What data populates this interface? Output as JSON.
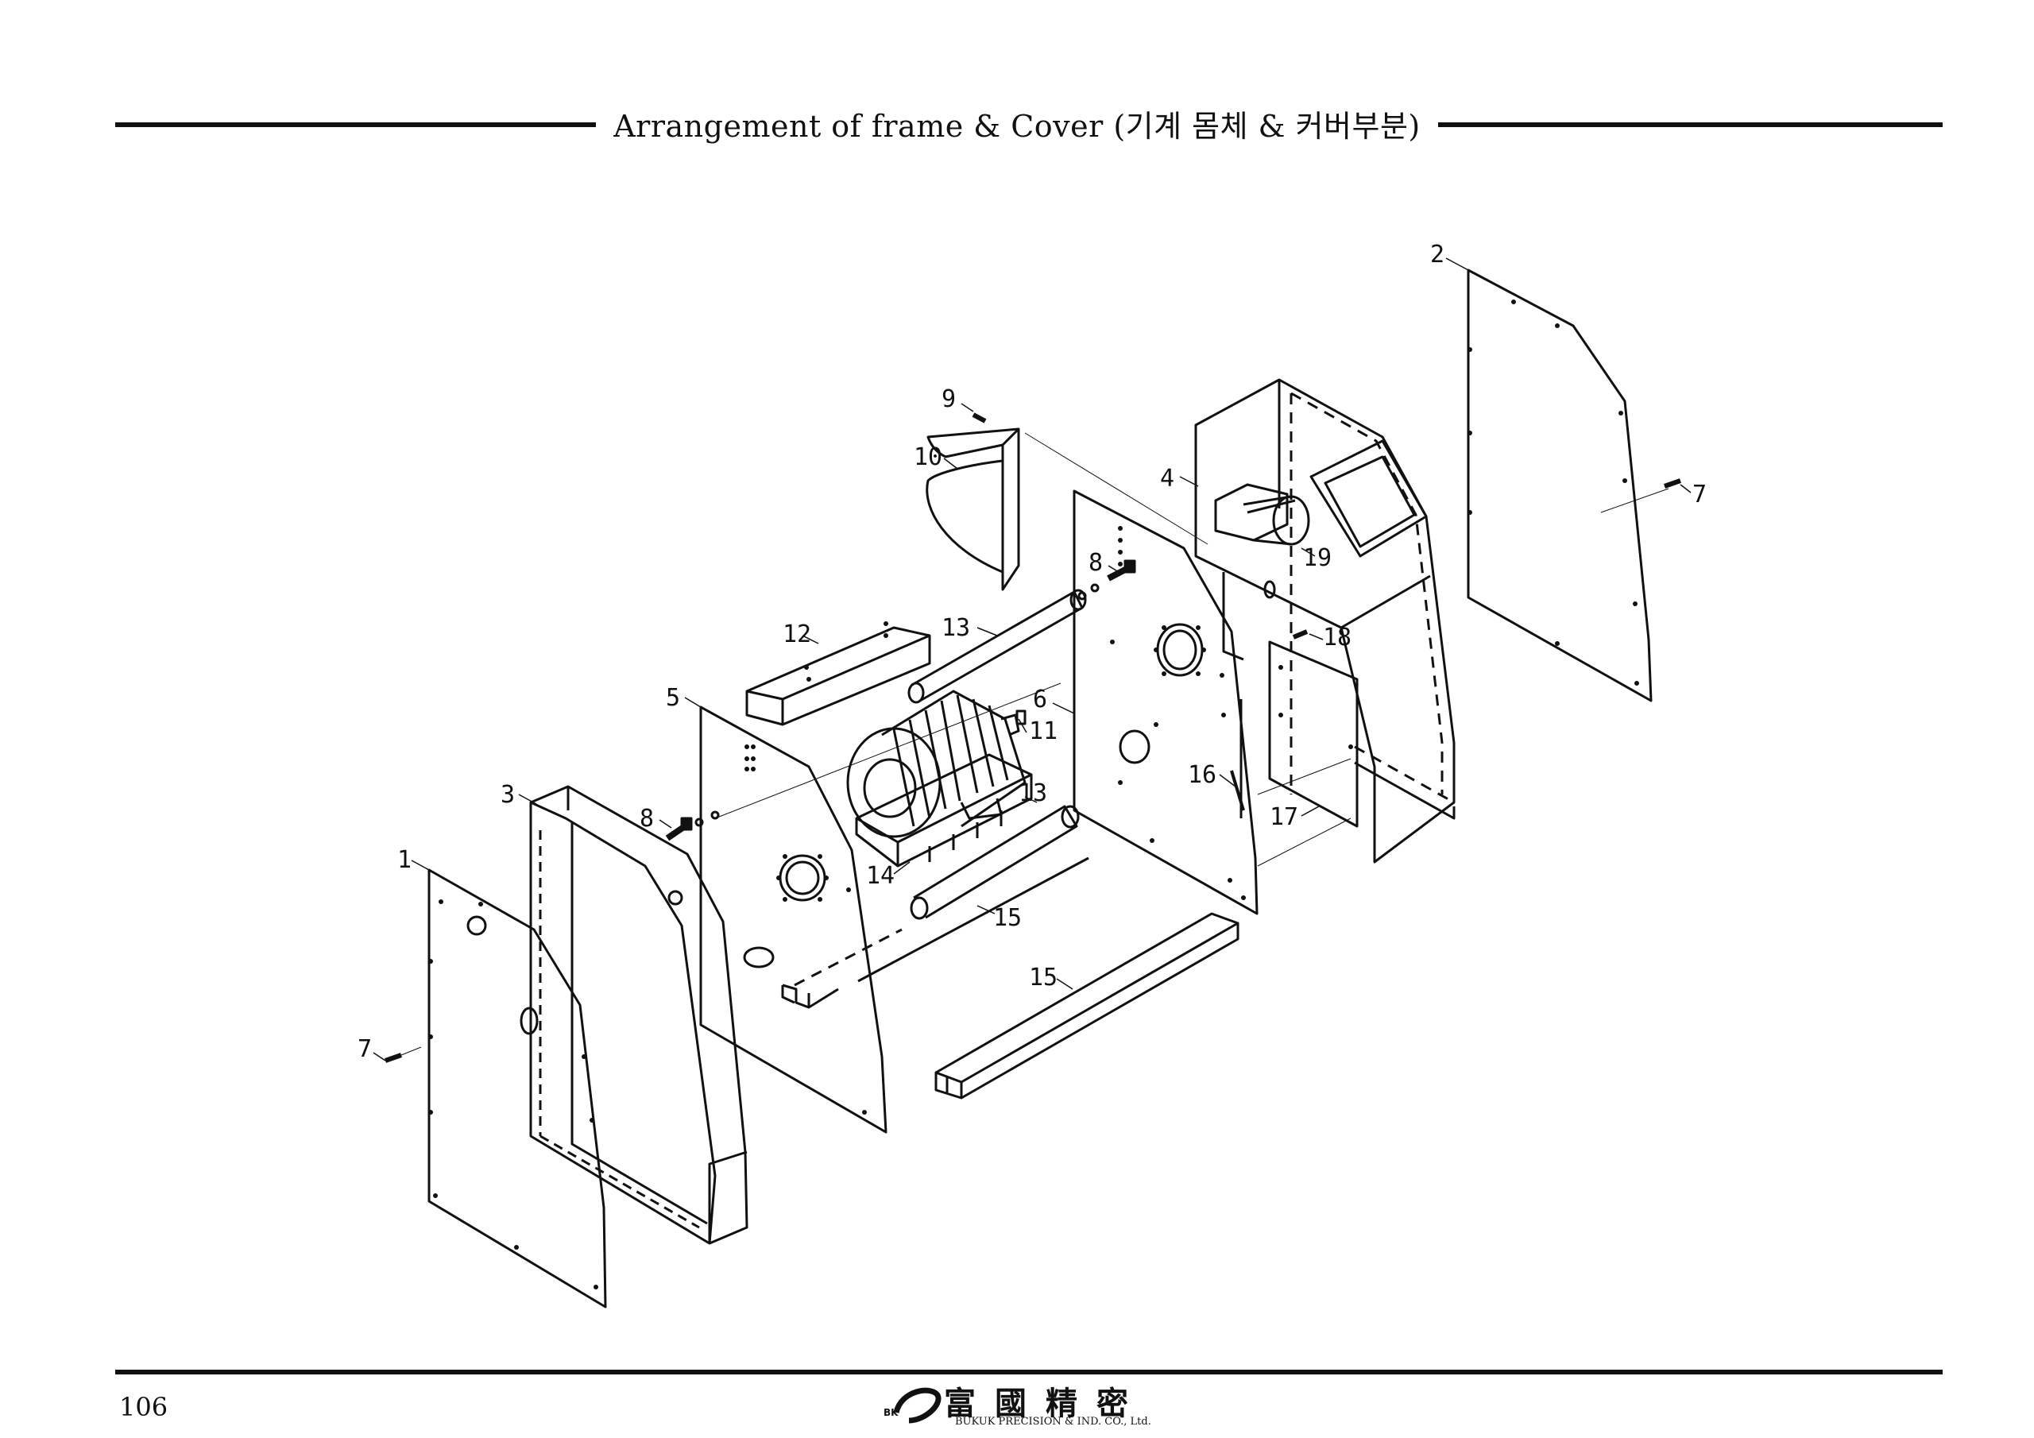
{
  "header": {
    "title": "Arrangement of frame & Cover (기계 몸체 & 커버부분)"
  },
  "footer": {
    "page_number": "106",
    "logo_badge": "BK",
    "logo_hanja": "富國精密",
    "company_name": "BUKUK PRECISION & IND. CO., Ltd."
  },
  "diagram": {
    "callouts": [
      {
        "id": "c1",
        "label": "1"
      },
      {
        "id": "c2",
        "label": "2"
      },
      {
        "id": "c3",
        "label": "3"
      },
      {
        "id": "c4",
        "label": "4"
      },
      {
        "id": "c5",
        "label": "5"
      },
      {
        "id": "c6",
        "label": "6"
      },
      {
        "id": "c7a",
        "label": "7"
      },
      {
        "id": "c7b",
        "label": "7"
      },
      {
        "id": "c8a",
        "label": "8"
      },
      {
        "id": "c8b",
        "label": "8"
      },
      {
        "id": "c9",
        "label": "9"
      },
      {
        "id": "c10",
        "label": "10"
      },
      {
        "id": "c11",
        "label": "11"
      },
      {
        "id": "c12",
        "label": "12"
      },
      {
        "id": "c13a",
        "label": "13"
      },
      {
        "id": "c13b",
        "label": "13"
      },
      {
        "id": "c14",
        "label": "14"
      },
      {
        "id": "c15a",
        "label": "15"
      },
      {
        "id": "c15b",
        "label": "15"
      },
      {
        "id": "c16",
        "label": "16"
      },
      {
        "id": "c17",
        "label": "17"
      },
      {
        "id": "c18",
        "label": "18"
      },
      {
        "id": "c19",
        "label": "19"
      }
    ]
  }
}
